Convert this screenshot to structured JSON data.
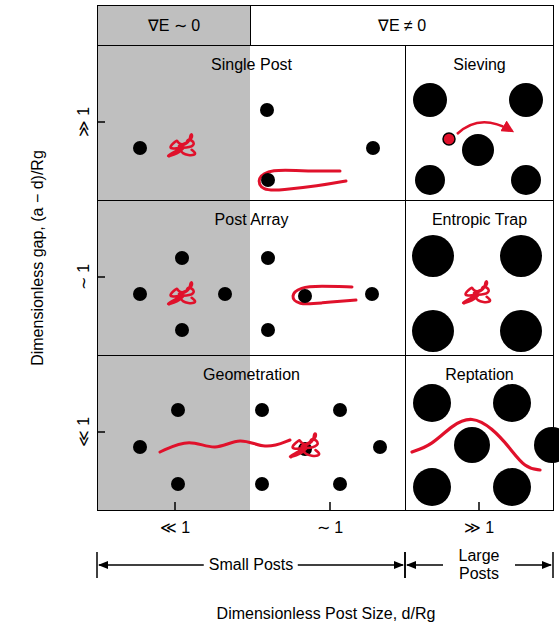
{
  "diagram": {
    "nodes": [
      {
        "text": [
          "∇E ∼ 0"
        ]
      },
      {
        "text": [
          "∇E ≠ 0"
        ]
      },
      {
        "text": [
          "Single Post"
        ]
      },
      {
        "text": [
          "Sieving"
        ]
      },
      {
        "text": [
          "Post Array"
        ]
      },
      {
        "text": [
          "Entropic Trap"
        ]
      },
      {
        "text": [
          "Geometration"
        ]
      },
      {
        "text": [
          "Reptation"
        ]
      }
    ],
    "labels": [
      "≫ 1",
      "∼ 1",
      "≪ 1",
      "≪ 1",
      "∼ 1",
      "≫ 1",
      "Small Posts",
      "Large Posts",
      "Dimensionless gap, (a − d)/Rg",
      "Dimensionless Post Size, d/Rg"
    ]
  }
}
